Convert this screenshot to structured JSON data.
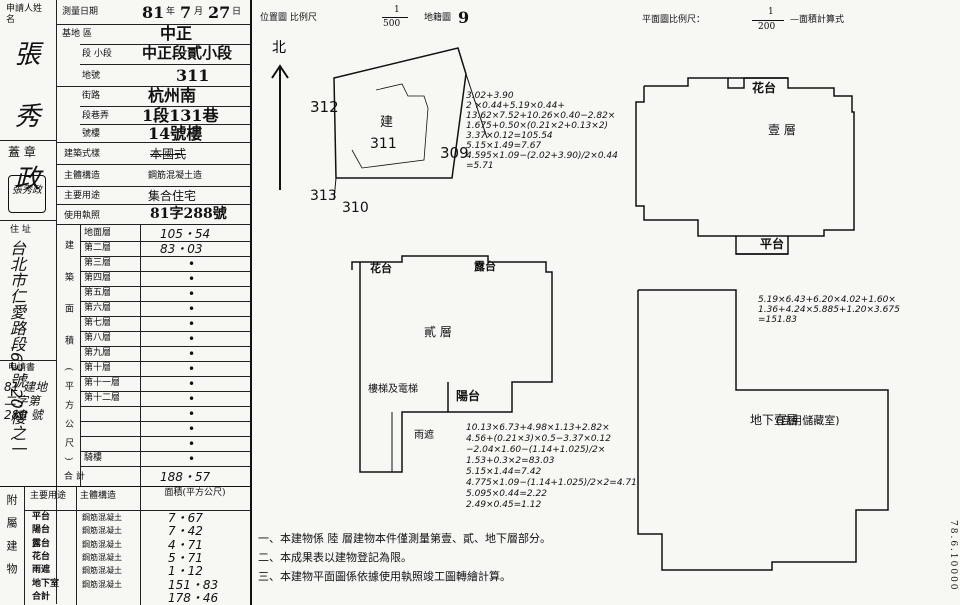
{
  "left_panel": {
    "applicant_header": "申請人姓名",
    "applicant_name": "張 秀 政",
    "seal_label": "蓋 章",
    "seal_text": "張秀政",
    "address_label": "住 址",
    "address_value": "台北市仁愛路段63號20樓之一",
    "application_label": "申請書",
    "application_value": "81 建地二字第 280 號",
    "survey_date_label": "測量日期",
    "survey_date_year": "81",
    "survey_date_month": "7",
    "survey_date_day": "27",
    "land_district_label": "基地 區",
    "land_district_value": "中正",
    "land_section_label": "段 小段",
    "land_section_value": "中正段貳小段",
    "land_number_label": "地號",
    "land_number_value": "311",
    "street_label": "街路",
    "street_value": "杭州南",
    "lane_label": "段巷弄",
    "lane_value": "1段131巷",
    "house_number_label": "號樓",
    "house_number_value": "14號樓",
    "style_label": "建築式樣",
    "style_value": "本國式",
    "structure_label": "主體構造",
    "structure_value": "鋼筋混凝土造",
    "use_label": "主要用途",
    "use_value": "集合住宅",
    "license_label": "使用執照",
    "license_value": "81字288號",
    "area_vertical_label": "建 築 面 積 (平方公尺)",
    "floors": [
      {
        "name": "地面層",
        "value": "105・54"
      },
      {
        "name": "第二層",
        "value": "83・03"
      },
      {
        "name": "第三層",
        "value": "•"
      },
      {
        "name": "第四層",
        "value": "•"
      },
      {
        "name": "第五層",
        "value": "•"
      },
      {
        "name": "第六層",
        "value": "•"
      },
      {
        "name": "第七層",
        "value": "•"
      },
      {
        "name": "第八層",
        "value": "•"
      },
      {
        "name": "第九層",
        "value": "•"
      },
      {
        "name": "第十層",
        "value": "•"
      },
      {
        "name": "第十一層",
        "value": "•"
      },
      {
        "name": "第十二層",
        "value": "•"
      },
      {
        "name": "",
        "value": "•"
      },
      {
        "name": "",
        "value": "•"
      },
      {
        "name": "",
        "value": "•"
      },
      {
        "name": "騎樓",
        "value": "•"
      }
    ],
    "total_label": "合 計",
    "total_value": "188・57",
    "attached_label": "附屬建物",
    "attached_header_use": "主要用途",
    "attached_header_structure": "主體構造",
    "attached_header_area": "面積(平方公尺)",
    "attached": [
      {
        "use": "平台",
        "structure": "鋼筋混凝土",
        "area": "7・67"
      },
      {
        "use": "陽台",
        "structure": "鋼筋混凝土",
        "area": "7・42"
      },
      {
        "use": "露台",
        "structure": "鋼筋混凝土",
        "area": "4・71"
      },
      {
        "use": "花台",
        "structure": "鋼筋混凝土",
        "area": "5・71"
      },
      {
        "use": "雨遮",
        "structure": "鋼筋混凝土",
        "area": "1・12"
      },
      {
        "use": "地下室",
        "structure": "鋼筋混凝土",
        "area": "151・83"
      },
      {
        "use": "合計",
        "structure": "",
        "area": "178・46"
      }
    ]
  },
  "header": {
    "location_label": "位置圖 比例尺",
    "location_scale_num": "1",
    "location_scale_den": "500",
    "cadastral_label": "地籍圖",
    "cadastral_value": "9",
    "plan_scale_label": "平面圖比例尺：",
    "plan_scale_num": "1",
    "plan_scale_den": "200",
    "area_calc_label": "—面積計算式"
  },
  "location_map": {
    "north": "北",
    "lot_main": "311",
    "lot_main_prefix": "建",
    "lot_w": "312",
    "lot_e": "309",
    "lot_s": "310",
    "lot_sw": "313"
  },
  "calcs": {
    "first_floor": [
      "3.02+3.90",
      "2      ×0.44+5.19×0.44+",
      "13.62×7.52+10.26×0.40−2.82×",
      "1.675+0.50×(0.21×2+0.13×2)",
      "3.37×0.12=105.54",
      "5.15×1.49=7.67",
      "4.595×1.09−(2.02+3.90)/2×0.44",
      "=5.71"
    ],
    "basement": [
      "5.19×6.43+6.20×4.02+1.60×",
      "1.36+4.24×5.885+1.20×3.675",
      "=151.83"
    ],
    "second_floor": [
      "10.13×6.73+4.98×1.13+2.82×",
      "4.56+(0.21×3)×0.5−3.37×0.12",
      "−2.04×1.60−(1.14+1.025)/2×",
      "1.53+0.3×2=83.03",
      "5.15×1.44=7.42",
      "4.775×1.09−(1.14+1.025)/2×2=4.71",
      "5.095×0.44=2.22",
      "2.49×0.45=1.12"
    ]
  },
  "plans": {
    "first_floor_label": "壹 層",
    "first_flower": "花台",
    "first_terrace": "平台",
    "second_floor_label": "貳 層",
    "second_flower": "花台",
    "second_deck": "露台",
    "second_balcony": "陽台",
    "second_stair": "樓梯及電梯",
    "second_awning": "雨遮",
    "basement_label": "地下壹層",
    "basement_note": "(自用儲藏室)"
  },
  "notes": [
    "一、本建物係 陸 層建物本件僅測量第壹、貳、地下層部分。",
    "二、本成果表以建物登記為限。",
    "三、本建物平面圖係依據使用執照竣工圖轉繪計算。"
  ],
  "corner_stamp": "78.6.10000"
}
